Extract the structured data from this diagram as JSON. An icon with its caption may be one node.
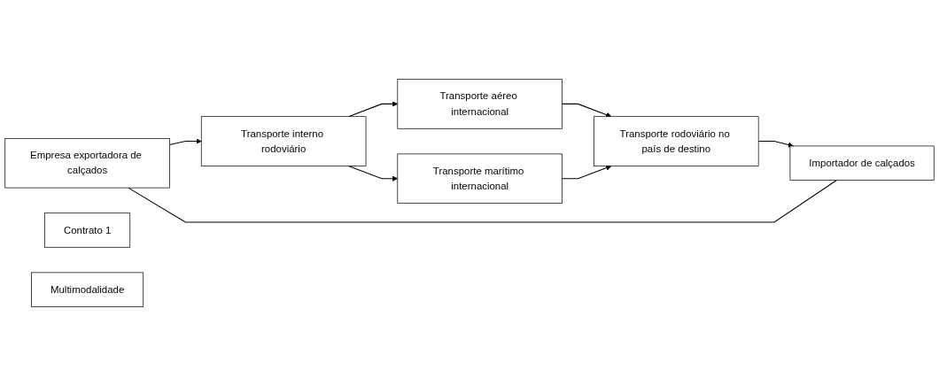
{
  "diagram": {
    "nodes": [
      {
        "text": [
          "Empresa exportadora de calçados"
        ]
      },
      {
        "text": [
          "Transporte interno rodoviário"
        ]
      },
      {
        "text": [
          "Transporte aéreo internacional"
        ]
      },
      {
        "text": [
          "Transporte marítimo internacional"
        ]
      },
      {
        "text": [
          "Transporte rodoviário no país de destino"
        ]
      },
      {
        "text": [
          "Importador de calçados"
        ]
      },
      {
        "text": [
          "Contrato 1"
        ]
      },
      {
        "text": [
          "Multimodalidade"
        ]
      }
    ],
    "edges": [
      {
        "from": 0,
        "to": 1,
        "arrow": "to"
      },
      {
        "from": 1,
        "to": 2,
        "arrow": "to"
      },
      {
        "from": 1,
        "to": 3,
        "arrow": "to"
      },
      {
        "from": 2,
        "to": 4,
        "arrow": "to"
      },
      {
        "from": 3,
        "to": 4,
        "arrow": "to"
      },
      {
        "from": 4,
        "to": 5,
        "arrow": "to"
      },
      {
        "from": 0,
        "to": 5,
        "arrow": "none"
      }
    ]
  }
}
